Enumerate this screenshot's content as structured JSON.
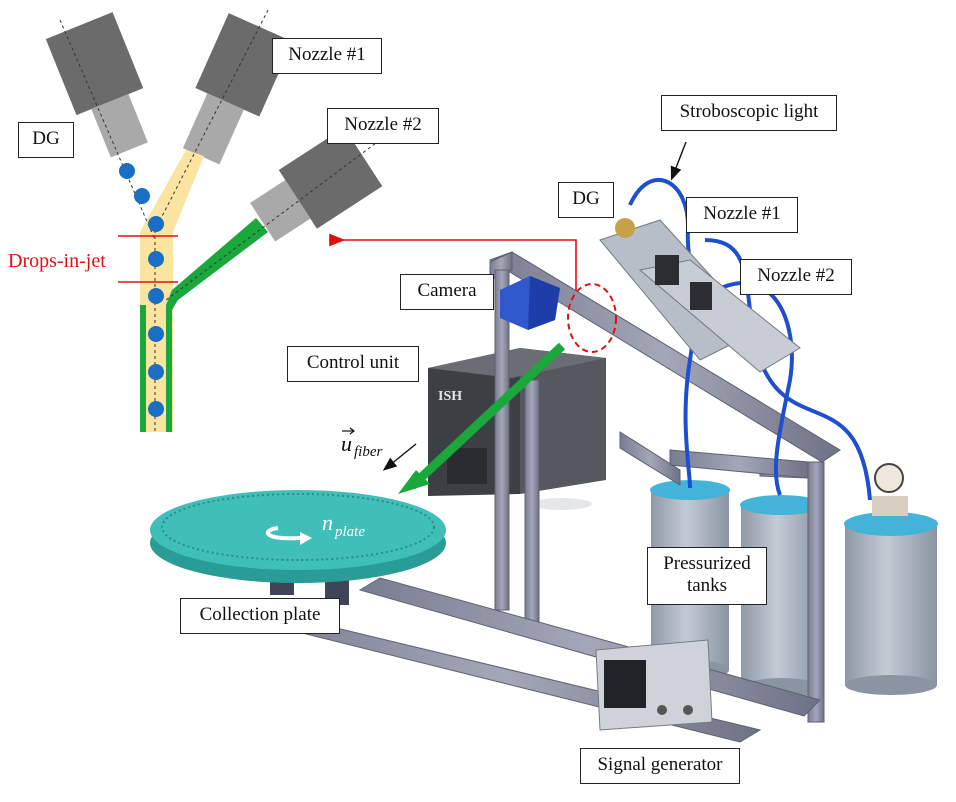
{
  "labels": {
    "nozzle1_schematic": "Nozzle #1",
    "nozzle2_schematic": "Nozzle #2",
    "dg_schematic": "DG",
    "drops_in_jet": "Drops-in-jet",
    "stroboscopic_light": "Stroboscopic light",
    "dg_setup": "DG",
    "nozzle1_setup": "Nozzle #1",
    "nozzle2_setup": "Nozzle #2",
    "camera": "Camera",
    "control_unit": "Control unit",
    "u_fiber_symbol": "u",
    "u_fiber_subscript": "fiber",
    "n_plate_symbol": "n",
    "n_plate_subscript": "plate",
    "pressurized_tanks": "Pressurized tanks",
    "collection_plate": "Collection plate",
    "signal_generator": "Signal generator",
    "control_unit_logo": "ISH"
  },
  "colors": {
    "drops_in_jet": "#e01010",
    "drop_blue": "#1a6fc4",
    "jet_yellow": "#fbe3a0",
    "jet_green": "#1aa83c",
    "nozzle_dark": "#6b6b6b",
    "nozzle_light": "#a9a9a9",
    "plate_teal": "#3fbfb8",
    "frame_gray": "#8c8fa3",
    "tank_gray": "#a9b3c0",
    "tank_cap_teal": "#43b4d8",
    "hose_blue": "#1d4fd0"
  }
}
